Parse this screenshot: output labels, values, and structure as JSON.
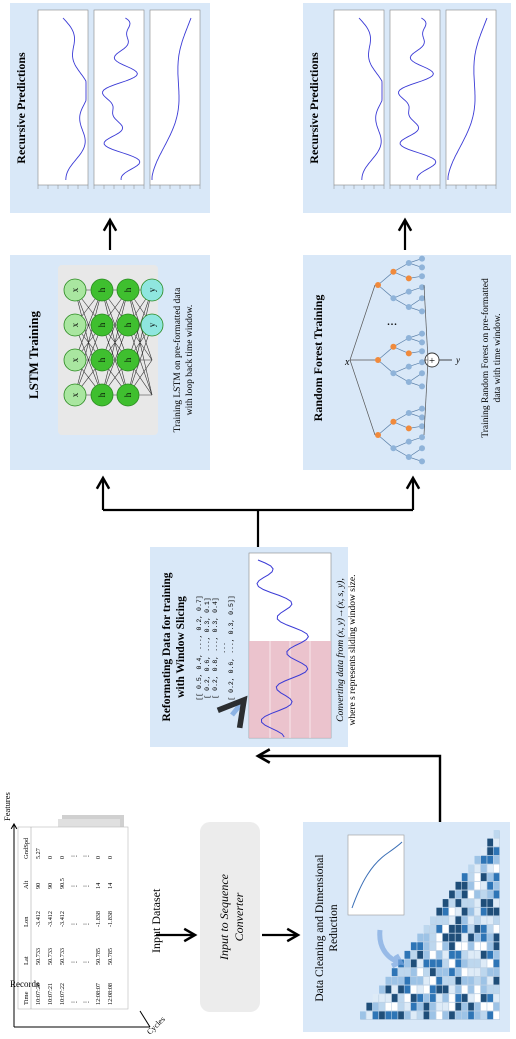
{
  "input_dataset": {
    "title": "Input Dataset",
    "axis_features": "Features",
    "axis_records": "Records",
    "axis_cycles": "Cycles",
    "headers": [
      "Time",
      "Lat",
      "Lon",
      "Alt",
      "GndSpd"
    ],
    "rows": [
      [
        "10:07:20",
        "50.733",
        "-3.412",
        "90",
        "5.27"
      ],
      [
        "10:07:21",
        "50.733",
        "-3.412",
        "90",
        "0"
      ],
      [
        "10:07:22",
        "50.733",
        "-3.412",
        "90.5",
        "0"
      ],
      [
        "⋮",
        "⋮",
        "⋮",
        "⋮",
        "⋮"
      ],
      [
        "⋮",
        "⋮",
        "⋮",
        "⋮",
        "⋮"
      ],
      [
        "12:08:07",
        "50.785",
        "-1.838",
        "14",
        "0"
      ],
      [
        "12:08:08",
        "50.785",
        "-1.838",
        "14",
        "0"
      ]
    ]
  },
  "converter": {
    "line1": "Input to Sequence",
    "line2": "Converter"
  },
  "cleaning": {
    "line1": "Data Cleaning and Dimensional",
    "line2": "Reduction"
  },
  "reformat": {
    "title1": "Reformating Data for training",
    "title2": "with Window Slicing",
    "matrix": [
      "[[ 0.5, 0.4, ..., 0.2, 0.7]",
      " [ 0.2, 0.6, ..., 0.3, 0.1]",
      " [ 0.2, 0.8, ..., 0.3, 0.4]",
      " ...",
      " [ 0.2, 0.6, ..., 0.3, 0.5]]"
    ],
    "desc1": "Converting data from (x, y)→(x, s, y),",
    "desc2": "where s represents sliding window size."
  },
  "lstm": {
    "title": "LSTM Training",
    "desc1": "Training LSTM on pre-formatted data",
    "desc2": "with loop back time window.",
    "node_x": "x",
    "node_h": "h",
    "node_y": "y",
    "input_colors": {
      "input": "#a9e6a0",
      "hidden": "#3fbf2f",
      "output": "#8fe6df"
    }
  },
  "rf": {
    "title": "Random Forest Training",
    "desc1": "Training Random Forest on pre-formatted",
    "desc2": "data with time window.",
    "x_label": "x",
    "y_label": "y",
    "plus": "+",
    "dots": "..."
  },
  "pred_top": {
    "title": "Recursive Predictions"
  },
  "pred_bottom": {
    "title": "Recursive Predictions"
  },
  "colors": {
    "panel": "#d9e8f8",
    "line": "#3b3bd6",
    "highlight": "#e7b9c4",
    "arrow": "#000000"
  }
}
